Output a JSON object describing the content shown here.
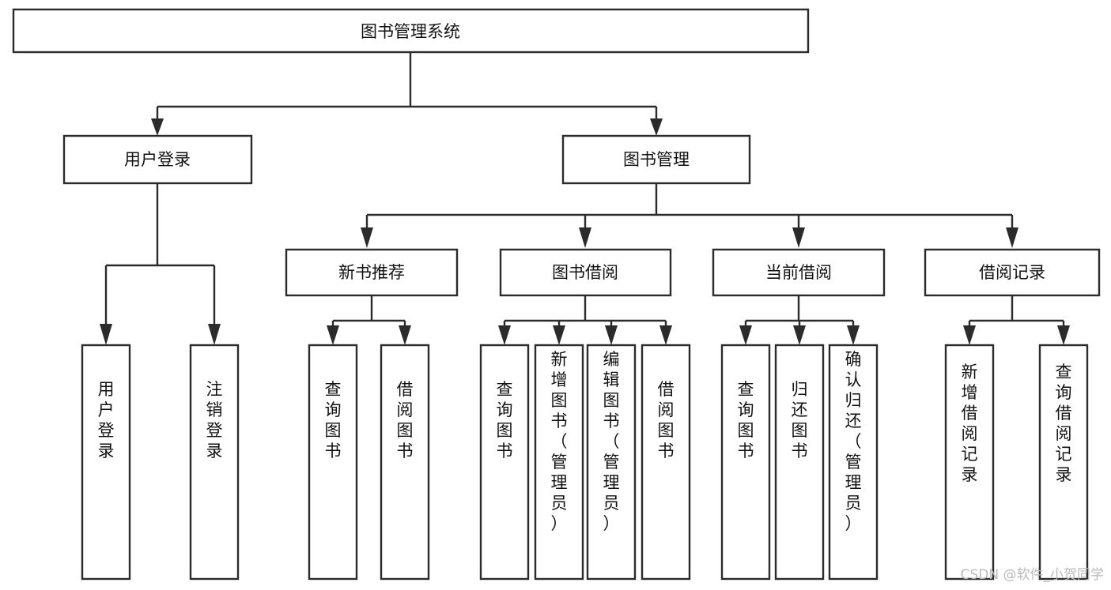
{
  "diagram": {
    "title": "图书管理系统",
    "type": "tree-hierarchy",
    "root": {
      "id": "root",
      "label": "图书管理系统",
      "orientation": "horizontal"
    },
    "level1": [
      {
        "id": "user-login",
        "label": "用户登录",
        "orientation": "horizontal"
      },
      {
        "id": "book-management",
        "label": "图书管理",
        "orientation": "horizontal"
      }
    ],
    "level2": [
      {
        "id": "new-book-recommend",
        "label": "新书推荐",
        "orientation": "horizontal",
        "parent": "book-management"
      },
      {
        "id": "book-borrow",
        "label": "图书借阅",
        "orientation": "horizontal",
        "parent": "book-management"
      },
      {
        "id": "current-borrow",
        "label": "当前借阅",
        "orientation": "horizontal",
        "parent": "book-management"
      },
      {
        "id": "borrow-record",
        "label": "借阅记录",
        "orientation": "horizontal",
        "parent": "book-management"
      }
    ],
    "leaves": [
      {
        "id": "leaf-user-login",
        "label": "用户登录",
        "orientation": "vertical",
        "parent": "user-login"
      },
      {
        "id": "leaf-user-logout",
        "label": "注销登录",
        "orientation": "vertical",
        "parent": "user-login"
      },
      {
        "id": "leaf-query-book-1",
        "label": "查询图书",
        "orientation": "vertical",
        "parent": "new-book-recommend"
      },
      {
        "id": "leaf-borrow-book-1",
        "label": "借阅图书",
        "orientation": "vertical",
        "parent": "new-book-recommend"
      },
      {
        "id": "leaf-query-book-2",
        "label": "查询图书",
        "orientation": "vertical",
        "parent": "book-borrow"
      },
      {
        "id": "leaf-add-book",
        "label": "新增图书（管理员）",
        "orientation": "vertical",
        "parent": "book-borrow"
      },
      {
        "id": "leaf-edit-book",
        "label": "编辑图书（管理员）",
        "orientation": "vertical",
        "parent": "book-borrow"
      },
      {
        "id": "leaf-borrow-book-2",
        "label": "借阅图书",
        "orientation": "vertical",
        "parent": "book-borrow"
      },
      {
        "id": "leaf-query-book-3",
        "label": "查询图书",
        "orientation": "vertical",
        "parent": "current-borrow"
      },
      {
        "id": "leaf-return-book",
        "label": "归还图书",
        "orientation": "vertical",
        "parent": "current-borrow"
      },
      {
        "id": "leaf-confirm-return",
        "label": "确认归还（管理员）",
        "orientation": "vertical",
        "parent": "current-borrow"
      },
      {
        "id": "leaf-add-record",
        "label": "新增借阅记录",
        "orientation": "vertical",
        "parent": "borrow-record"
      },
      {
        "id": "leaf-query-record",
        "label": "查询借阅记录",
        "orientation": "vertical",
        "parent": "borrow-record"
      }
    ],
    "colors": {
      "box_fill": "#ffffff",
      "box_stroke": "#2b2b2b",
      "connector": "#2b2b2b",
      "text": "#111111",
      "background": "#ffffff",
      "watermark": "#b9b9b9"
    }
  },
  "watermark": {
    "text": "CSDN @软件_小贺同学"
  }
}
